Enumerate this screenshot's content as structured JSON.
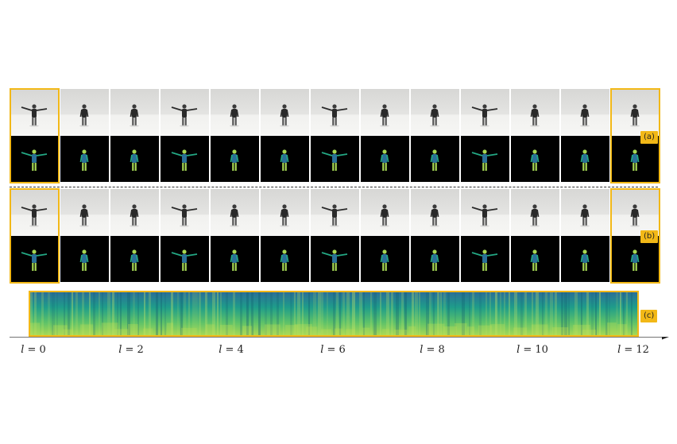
{
  "rows": [
    {
      "label": "(a)",
      "poses": [
        "arms-out",
        "stand",
        "stand",
        "arms-out",
        "stand",
        "stand",
        "arms-out",
        "stand",
        "stand",
        "arms-out",
        "stand",
        "stand",
        "stand"
      ]
    },
    {
      "label": "(b)",
      "poses": [
        "arms-out",
        "stand",
        "stand",
        "arms-out",
        "stand",
        "stand",
        "arms-out",
        "stand",
        "stand",
        "arms-out",
        "stand",
        "stand",
        "stand"
      ]
    }
  ],
  "spectrogram_label": "(c)",
  "axis": {
    "variable": "l",
    "ticks": [
      "0",
      "2",
      "4",
      "6",
      "8",
      "10",
      "12"
    ]
  },
  "colors": {
    "highlight": "#f2b817",
    "background_wall": "#e0e0de",
    "mask_bg": "#000000",
    "person_dark": "#2a2a2a",
    "heat_low": "#2a6f97",
    "heat_mid": "#23a884",
    "heat_high": "#a6d854"
  },
  "icons": [
    "person-figure-icon",
    "depth-silhouette-icon",
    "axis-arrow-icon"
  ]
}
